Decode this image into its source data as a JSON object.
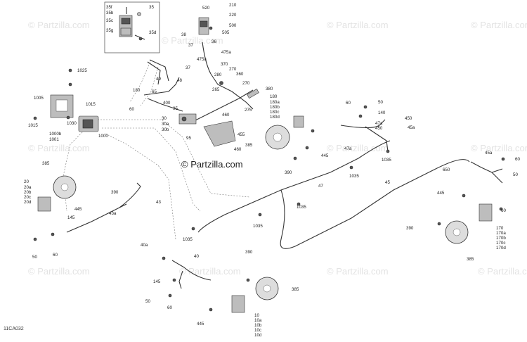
{
  "diagram": {
    "reference_code": "11CA032",
    "center_watermark": "© Partzilla.com",
    "background_watermark": "© Partzilla.com",
    "callouts": {
      "c35f": "35f",
      "c35b": "35b",
      "c35": "35",
      "c35c": "35c",
      "c35g": "35g",
      "c35d": "35d",
      "c520": "520",
      "c210": "210",
      "c220": "220",
      "c500": "500",
      "c505": "505",
      "c38": "38",
      "c36": "36",
      "c37": "37",
      "c475a": "475a",
      "c475a2": "475a",
      "c370": "370",
      "c270a": "270",
      "c280": "280",
      "c360": "360",
      "c270b": "270",
      "c265": "265",
      "c380": "380",
      "c275": "275",
      "c1025": "1025",
      "c1005": "1005",
      "c1015a": "1015",
      "c1015b": "1015",
      "c1030": "1030",
      "c1000": "1000",
      "c1000b": "1000b",
      "c1001": "1001",
      "c49": "49",
      "c48": "48",
      "c37b": "37",
      "c180": "180",
      "c65": "65",
      "c60a": "60",
      "c400": "400",
      "c95": "95",
      "c30": "30",
      "c30a": "30a",
      "c30b": "30b",
      "c95b": "95",
      "c460": "460",
      "c455": "455",
      "c460b": "460",
      "c180b": "180",
      "c180a": "180a",
      "c180b2": "180b",
      "c180c": "180c",
      "c180d": "180d",
      "c385a": "385",
      "c445a": "445",
      "c390a": "390",
      "c60b": "60",
      "c50a": "50",
      "c140": "140",
      "c47a": "47a",
      "c450": "450",
      "c450b": "450",
      "c45a": "45a",
      "c47a2": "47a",
      "c1035a": "1035",
      "c1035b": "1035",
      "c47": "47",
      "c45": "45",
      "c45a2": "45a",
      "c650": "650",
      "c60c": "60",
      "c50b": "50",
      "c385b": "385",
      "c20": "20",
      "c20a": "20a",
      "c20b": "20b",
      "c20c": "20c",
      "c20d": "20d",
      "c390b": "390",
      "c445b": "445",
      "c145a": "145",
      "c43a": "43a",
      "c43": "43",
      "c60d": "60",
      "c50c": "50",
      "c1035c": "1035",
      "c1035d": "1035",
      "c1035e": "1035",
      "c445c": "445",
      "c60e": "60",
      "c390c": "390",
      "c170": "170",
      "c170a": "170a",
      "c170b": "170b",
      "c170c": "170c",
      "c170d": "170d",
      "c385c": "385",
      "c40a": "40a",
      "c40": "40",
      "c145b": "145",
      "c50d": "50",
      "c60f": "60",
      "c390d": "390",
      "c385d": "385",
      "c445d": "445",
      "c10": "10",
      "c10a": "10a",
      "c10b": "10b",
      "c10c": "10c",
      "c10d": "10d"
    }
  }
}
